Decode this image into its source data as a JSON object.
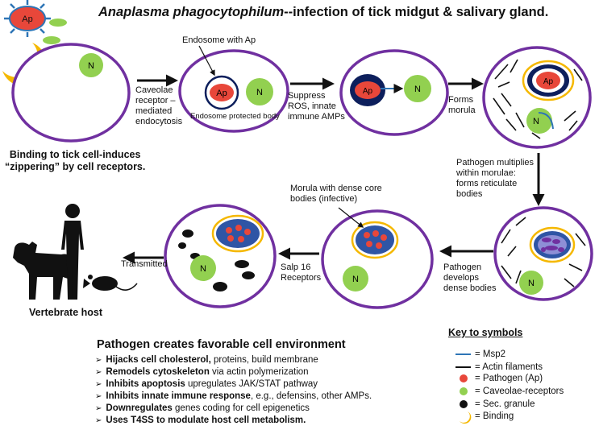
{
  "title": {
    "species": "Anaplasma phagocytophilum",
    "rest": "--infection of tick midgut & salivary gland."
  },
  "symbols": {
    "pathogen": "Ap",
    "nucleus": "N"
  },
  "colors": {
    "cell_border": "#7030a0",
    "nucleus": "#92d050",
    "pathogen": "#e8473a",
    "morula_fill": "#2f55a5",
    "endosome": "#0d1f5c",
    "yellow": "#f5b800",
    "msp2": "#2e75b6"
  },
  "labels": {
    "endosome_with_ap": "Endosome with Ap",
    "caveolae": "Caveolae\nreceptor –\nmediated\nendocytosis",
    "endosome_protected": "Endosome protected body",
    "suppress": "Suppress\nROS, innate\nimmune AMPs",
    "forms_morula": "Forms\nmorula",
    "binding": "Binding to tick cell-induces\n“zippering” by cell receptors.",
    "multiplies": "Pathogen multiplies\nwithin morulae:\nforms reticulate\nbodies",
    "morula_dense": "Morula with dense core\nbodies (infective)",
    "develops": "Pathogen\ndevelops\ndense bodies",
    "salp": "Salp 16\nReceptors",
    "transmitted": "Transmitted",
    "vertebrate": "Vertebrate host"
  },
  "environment": {
    "heading": "Pathogen creates favorable cell environment",
    "items": [
      {
        "bold": "Hijacks cell cholesterol,",
        "rest": " proteins, build membrane"
      },
      {
        "bold": "Remodels cytoskeleton",
        "rest": " via actin polymerization"
      },
      {
        "bold": "Inhibits apoptosis",
        "rest": " upregulates JAK/STAT pathway"
      },
      {
        "bold": "Inhibits innate immune response",
        "rest": ", e.g., defensins,  other AMPs."
      },
      {
        "bold": "Downregulates",
        "rest": " genes coding for cell epigenetics"
      },
      {
        "bold": "Uses T4SS to modulate host cell metabolism.",
        "rest": ""
      }
    ]
  },
  "key": {
    "heading": "Key to symbols",
    "items": [
      {
        "symbol": "msp2-line",
        "label": "= Msp2"
      },
      {
        "symbol": "actin-line",
        "label": "= Actin filaments"
      },
      {
        "symbol": "red-dot",
        "label": "= Pathogen (Ap)"
      },
      {
        "symbol": "green-dot",
        "label": "= Caveolae-receptors"
      },
      {
        "symbol": "black-dot",
        "label": "= Sec. granule"
      },
      {
        "symbol": "yellow-crescent",
        "label": "= Binding"
      }
    ]
  }
}
